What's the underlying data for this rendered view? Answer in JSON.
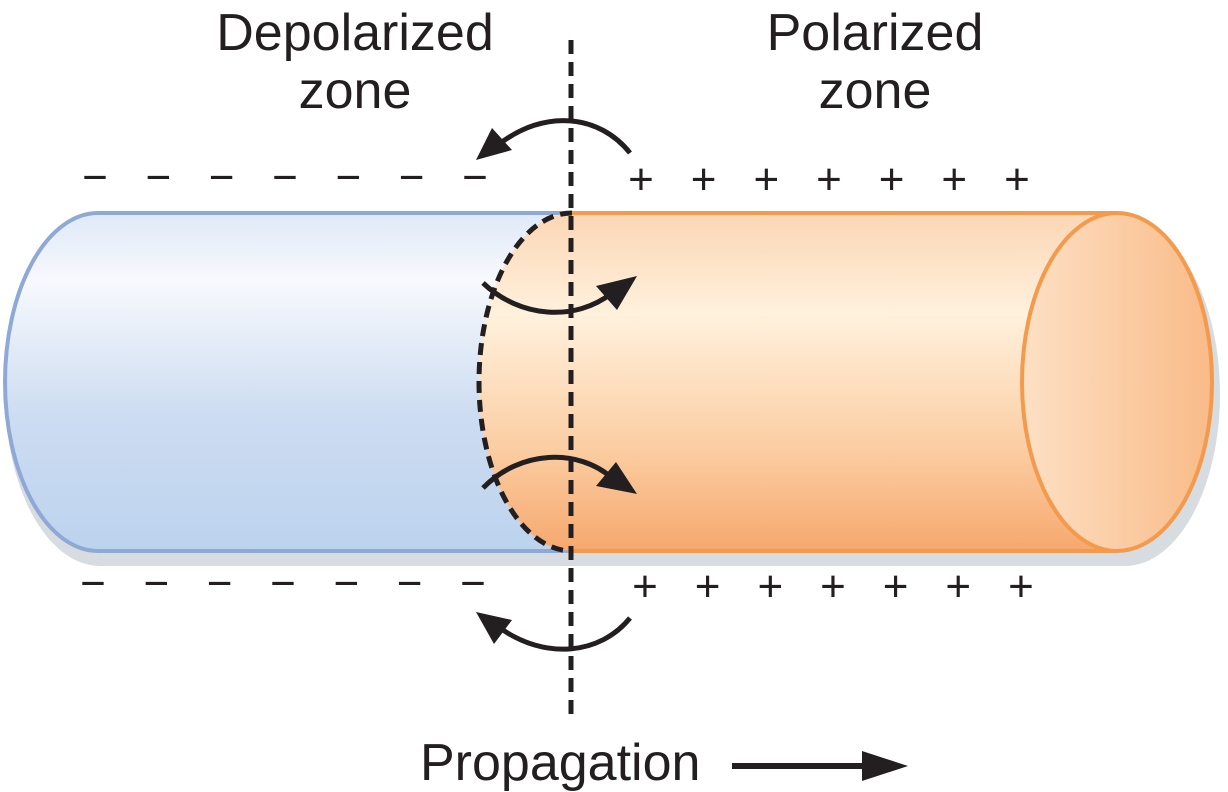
{
  "labels": {
    "depolarized_line1": "Depolarized",
    "depolarized_line2": "zone",
    "polarized_line1": "Polarized",
    "polarized_line2": "zone",
    "propagation": "Propagation"
  },
  "charges": {
    "top_left": [
      "−",
      "−",
      "−",
      "−",
      "−",
      "−",
      "−"
    ],
    "bottom_left": [
      "−",
      "−",
      "−",
      "−",
      "−",
      "−",
      "−"
    ],
    "top_right": [
      "+",
      "+",
      "+",
      "+",
      "+",
      "+",
      "+"
    ],
    "bottom_right": [
      "+",
      "+",
      "+",
      "+",
      "+",
      "+",
      "+"
    ]
  },
  "colors": {
    "depolarized_fill_light": "#f7f9fd",
    "depolarized_fill_dark": "#bcd3ee",
    "depolarized_stroke": "#8fa9d6",
    "polarized_fill_light": "#fff3e0",
    "polarized_fill_dark": "#f6a86e",
    "polarized_stroke": "#f39a4c",
    "ink": "#231f20",
    "shadow": "#d4dade"
  }
}
